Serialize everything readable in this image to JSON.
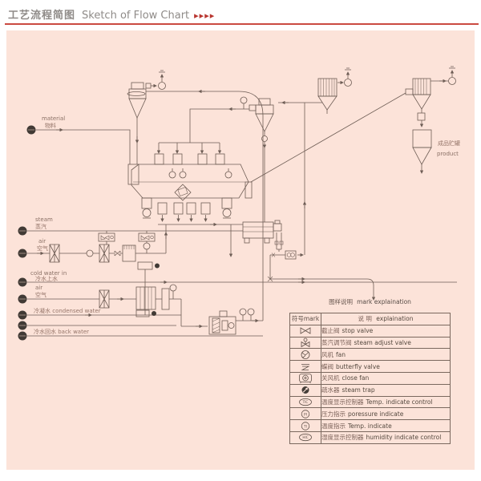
{
  "header": {
    "title_zh": "工艺流程简图",
    "title_en": "Sketch of Flow Chart",
    "arrows": "▸▸▸▸"
  },
  "colors": {
    "panel_pink": "#fce3d9",
    "line": "#6e5d55",
    "accent_red": "#ca4a41",
    "dark_dot": "#413a35"
  },
  "diagram": {
    "labels": {
      "material_en": "material",
      "material_zh": "物料",
      "steam_en": "steam",
      "steam_zh": "蒸汽",
      "air1_en": "air",
      "air1_zh": "空气",
      "cold_water_en": "cold water in",
      "cold_water_zh": "冷水上水",
      "air2_en": "air",
      "air2_zh": "空气",
      "condensed": "冷凝水  condensed water",
      "back_water": "冷水回水  back water",
      "product_zh": "成品贮罐",
      "product_en": "product"
    }
  },
  "legend": {
    "title_zh": "图样说明",
    "title_en": "mark explaination",
    "header_symbol": "符号mark",
    "header_explain_zh": "说 明",
    "header_explain_en": "explaination",
    "rows": [
      {
        "icon": "stop-valve",
        "icon_text": "",
        "zh": "截止阀",
        "en": "stop valve"
      },
      {
        "icon": "steam-adjust-valve",
        "icon_text": "",
        "zh": "蒸汽调节阀",
        "en": "steam adjust valve"
      },
      {
        "icon": "fan",
        "icon_text": "",
        "zh": "风机",
        "en": "fan"
      },
      {
        "icon": "butterfly-valve",
        "icon_text": "",
        "zh": "蝶阀",
        "en": "butterfly valve"
      },
      {
        "icon": "close-fan",
        "icon_text": "",
        "zh": "关风机",
        "en": "close fan"
      },
      {
        "icon": "steam-trap",
        "icon_text": "",
        "zh": "疏水器",
        "en": "steam trap"
      },
      {
        "icon": "temp-indicate-control",
        "icon_text": "TIC",
        "zh": "温度显示控制器",
        "en": "Temp. indicate control"
      },
      {
        "icon": "pressure-indicate",
        "icon_text": "PI",
        "zh": "压力指示",
        "en": "poressure indicate"
      },
      {
        "icon": "temp-indicate",
        "icon_text": "TI",
        "zh": "温度指示",
        "en": "Temp. indicate"
      },
      {
        "icon": "humidity-indicate-control",
        "icon_text": "HIC",
        "zh": "湿度显示控制器",
        "en": "humidity indicate control"
      }
    ]
  }
}
